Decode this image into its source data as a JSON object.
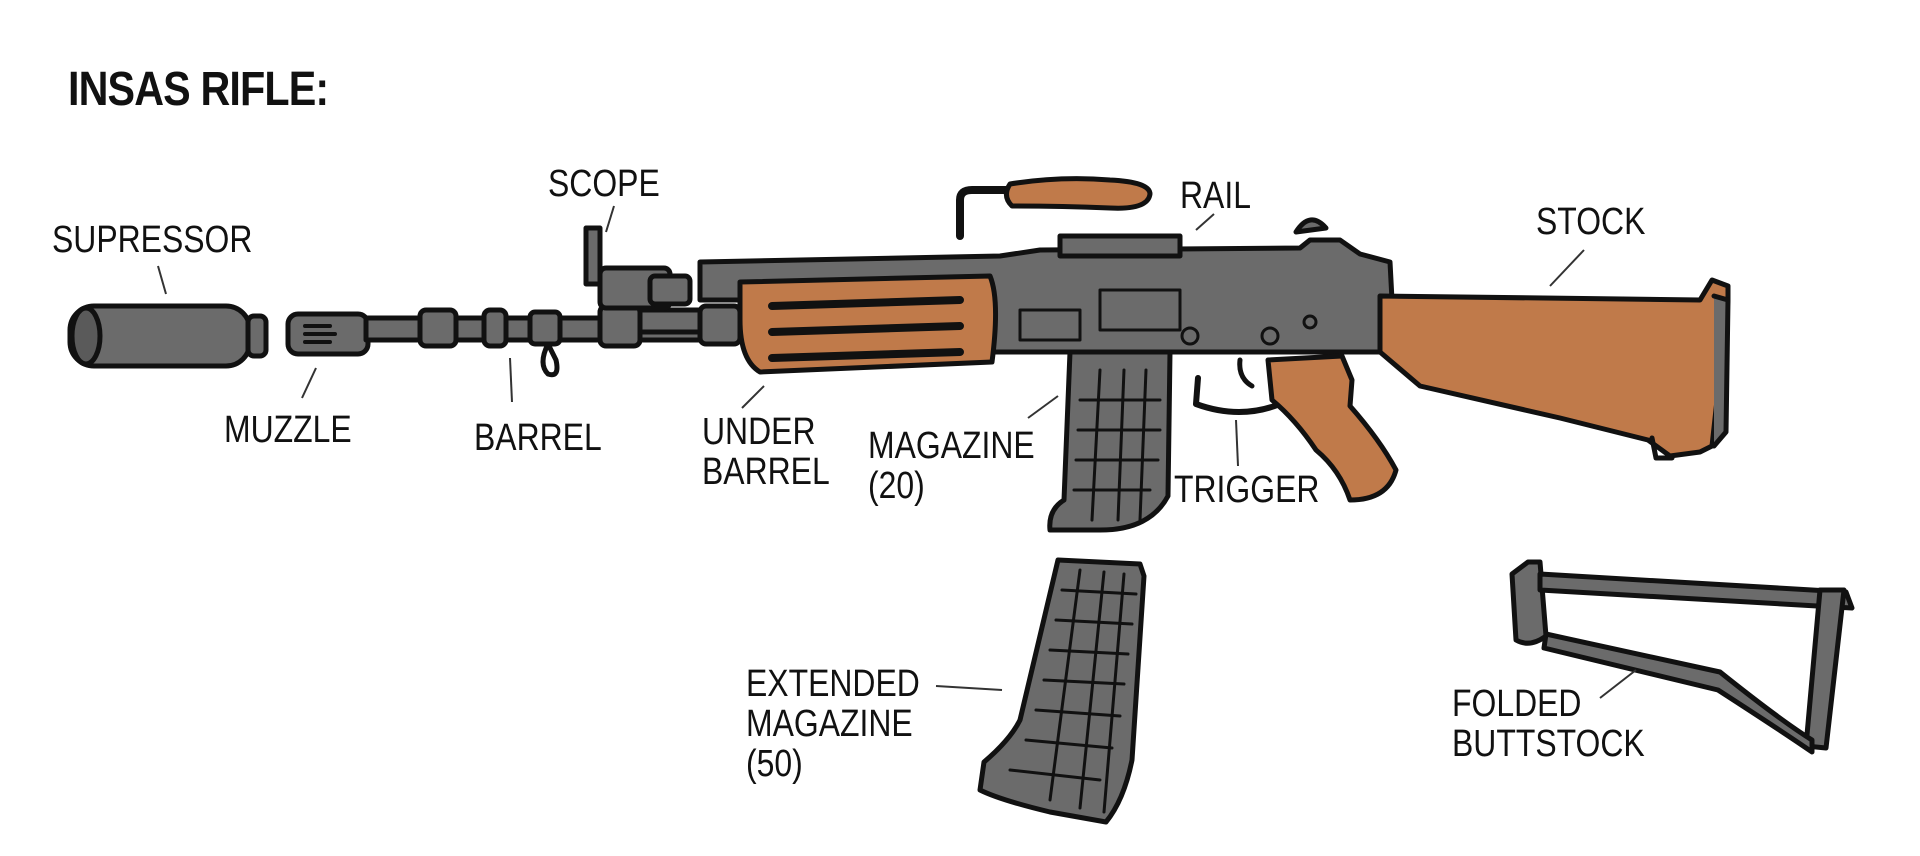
{
  "title": "INSAS RIFLE:",
  "labels": {
    "supressor": [
      "SUPRESSOR"
    ],
    "scope": [
      "SCOPE"
    ],
    "rail": [
      "RAIL"
    ],
    "stock": [
      "STOCK"
    ],
    "muzzle": [
      "MUZZLE"
    ],
    "barrel": [
      "BARREL"
    ],
    "under_barrel": [
      "UNDER",
      "BARREL"
    ],
    "magazine": [
      "MAGAZINE",
      "(20)"
    ],
    "trigger": [
      "TRIGGER"
    ],
    "extended_magazine": [
      "EXTENDED",
      "MAGAZINE",
      "(50)"
    ],
    "folded_buttstock": [
      "FOLDED",
      "BUTTSTOCK"
    ]
  },
  "colors": {
    "metal": "#6b6b6b",
    "wood": "#c07a4a",
    "outline": "#111111",
    "leader": "#333333"
  }
}
